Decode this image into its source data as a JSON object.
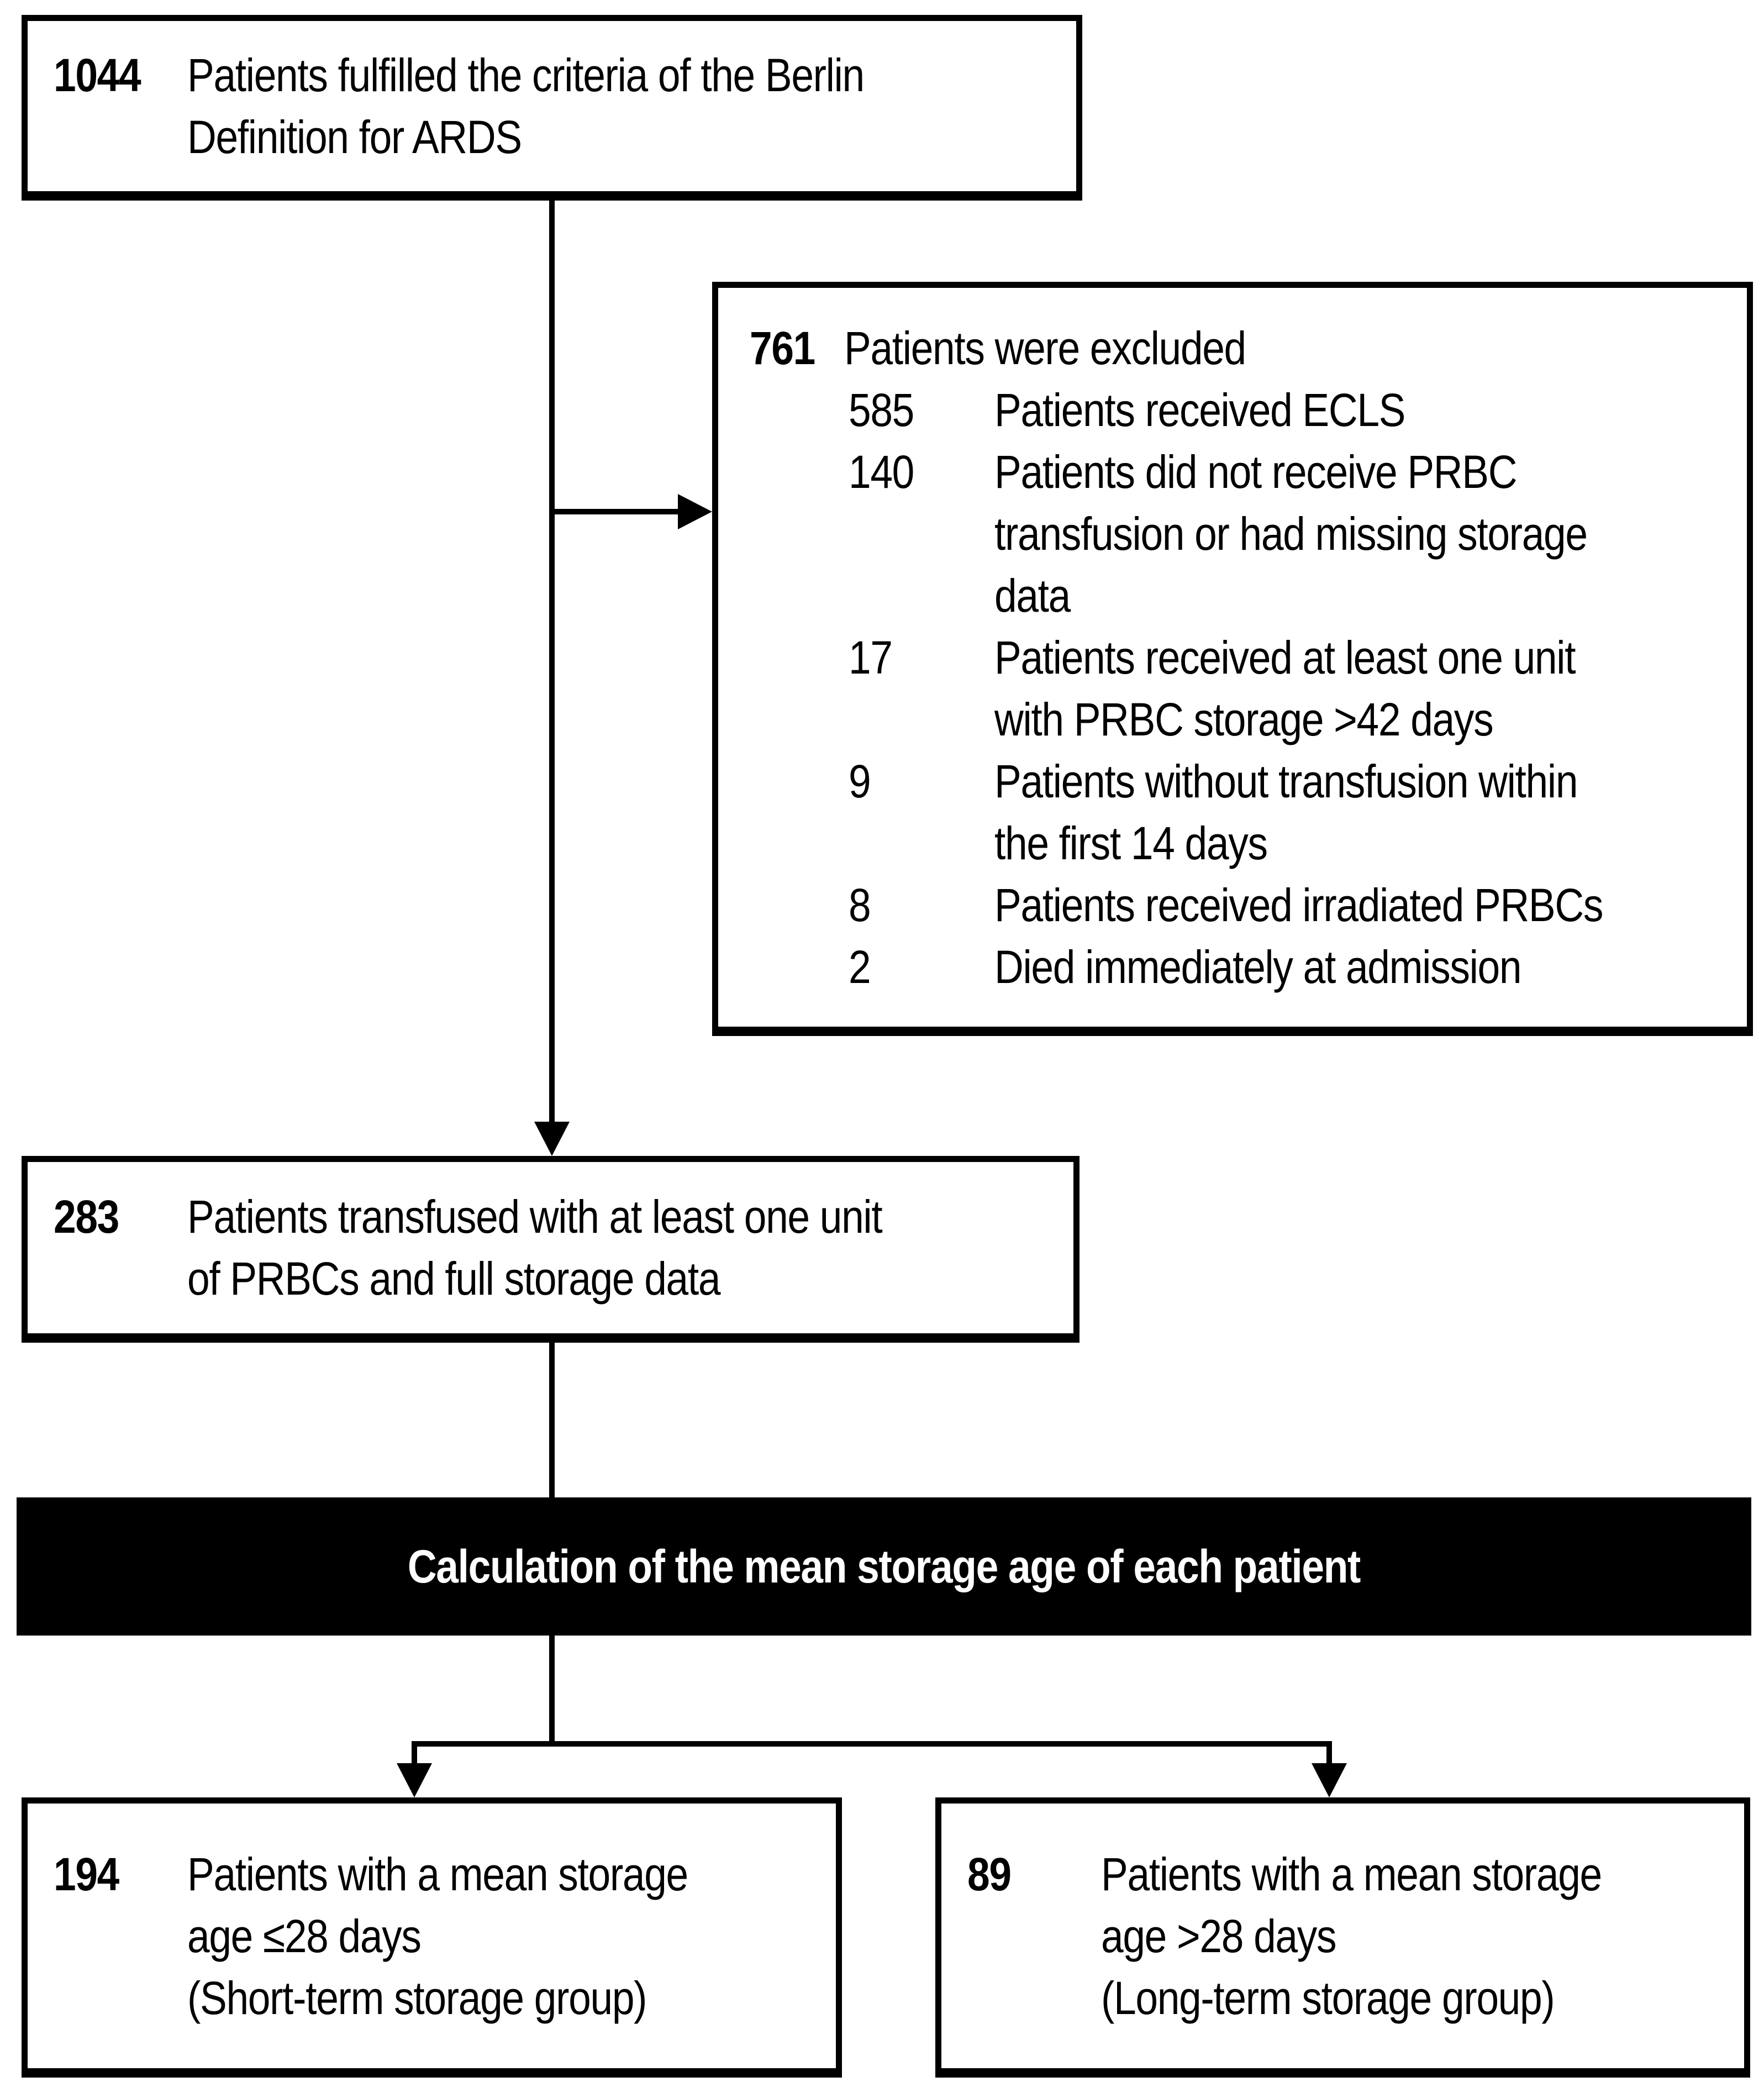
{
  "figure": {
    "title": "Patient flow diagram",
    "colors": {
      "ink": "#000000",
      "background": "#ffffff",
      "banner_background": "#000000",
      "banner_text": "#ffffff"
    },
    "boxes": {
      "top": {
        "number": "1044",
        "lines": [
          "Patients fulfilled the criteria of the Berlin",
          "Definition for ARDS"
        ]
      },
      "excluded": {
        "number": "761",
        "label": "Patients were excluded",
        "items": [
          {
            "number": "585",
            "lines": [
              "Patients received ECLS"
            ]
          },
          {
            "number": "140",
            "lines": [
              "Patients did not receive PRBC",
              "transfusion or had missing storage",
              "data"
            ]
          },
          {
            "number": "17",
            "lines": [
              "Patients received at least one unit",
              "with PRBC storage >42 days"
            ]
          },
          {
            "number": "9",
            "lines": [
              "Patients without transfusion within",
              "the first 14 days"
            ]
          },
          {
            "number": "8",
            "lines": [
              "Patients received irradiated PRBCs"
            ]
          },
          {
            "number": "2",
            "lines": [
              "Died immediately at admission"
            ]
          }
        ]
      },
      "transfused": {
        "number": "283",
        "lines": [
          "Patients transfused with at least one unit",
          "of PRBCs and full storage data"
        ]
      },
      "banner": {
        "label": "Calculation of the mean storage age of each patient"
      },
      "short_term": {
        "number": "194",
        "lines": [
          "Patients with a mean storage",
          "age ≤28 days",
          "(Short-term storage group)"
        ]
      },
      "long_term": {
        "number": "89",
        "lines": [
          "Patients with a mean storage",
          "age >28 days",
          "(Long-term storage group)"
        ]
      }
    }
  }
}
